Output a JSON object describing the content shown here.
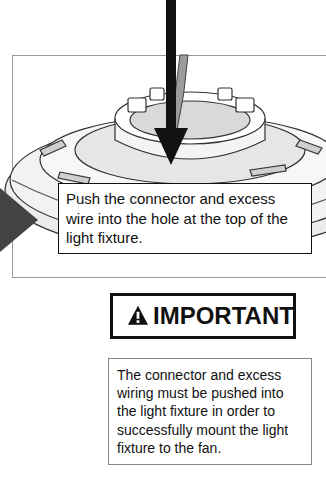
{
  "diagram": {
    "nodes": [
      {
        "text": [
          "Push the connector and excess wire into the hole at the top of the light fixture."
        ]
      },
      {
        "text": [
          "IMPORTANT"
        ]
      },
      {
        "text": [
          "The connector and excess wiring must be pushed into the light fixture in order to successfully mount the light fixture to the fan."
        ]
      }
    ]
  }
}
